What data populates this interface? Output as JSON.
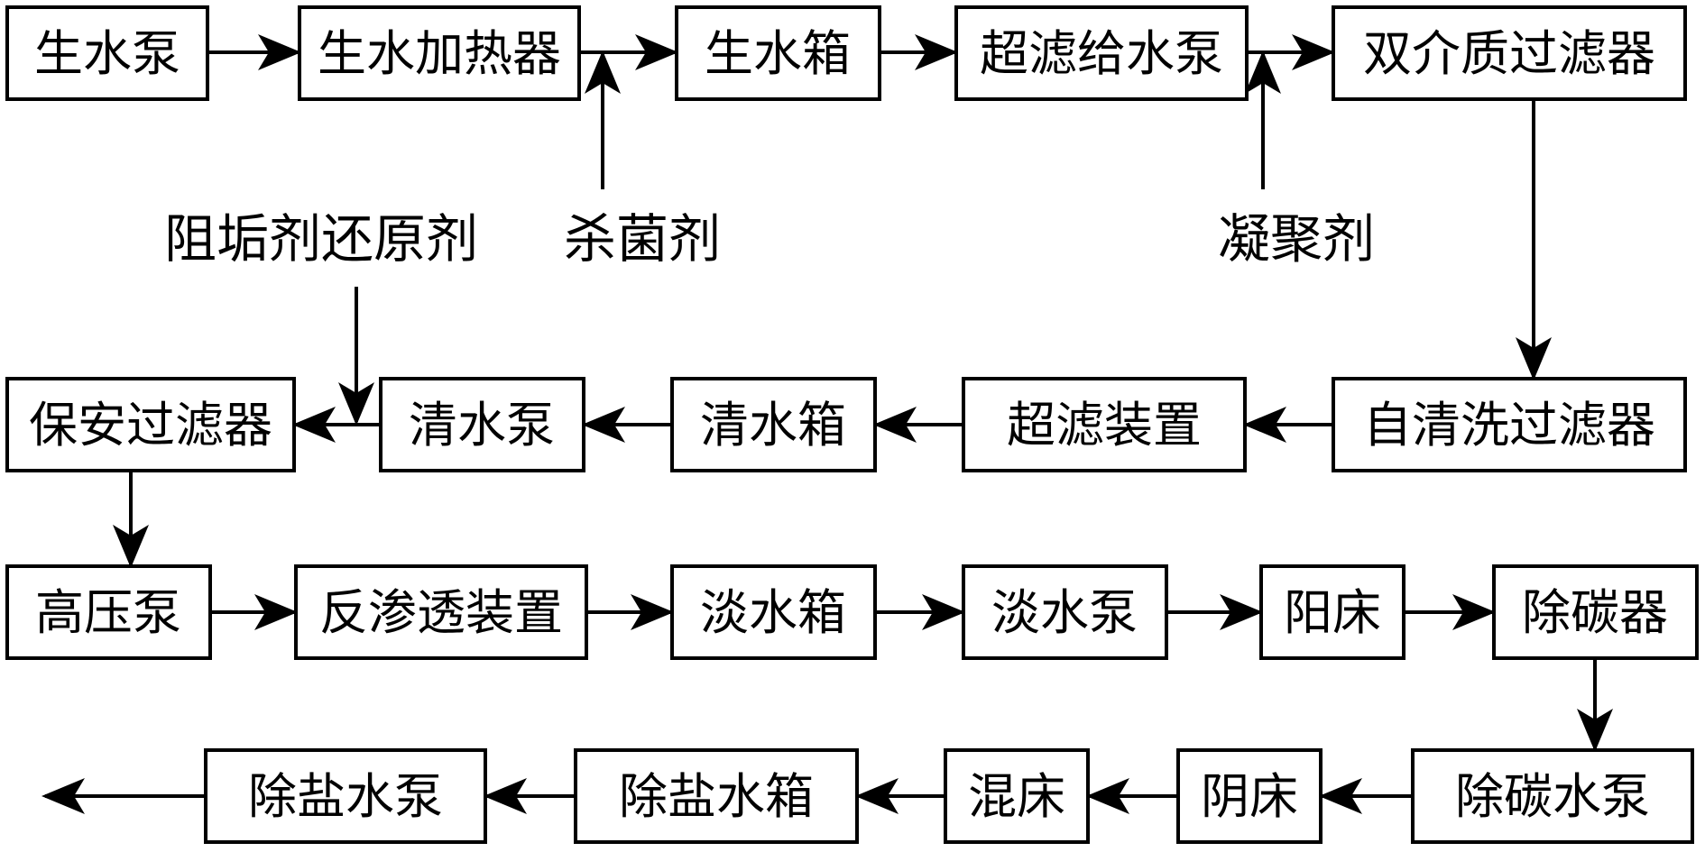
{
  "diagram": {
    "nodes": {
      "raw_water_pump": "生水泵",
      "raw_water_heater": "生水加热器",
      "raw_water_tank": "生水箱",
      "uf_feed_pump": "超滤给水泵",
      "dual_media_filter": "双介质过滤器",
      "self_cleaning_filter": "自清洗过滤器",
      "uf_device": "超滤装置",
      "clear_water_tank": "清水箱",
      "clear_water_pump": "清水泵",
      "security_filter": "保安过滤器",
      "high_pressure_pump": "高压泵",
      "ro_device": "反渗透装置",
      "fresh_water_tank": "淡水箱",
      "fresh_water_pump": "淡水泵",
      "cation_bed": "阳床",
      "decarbonizer": "除碳器",
      "decarbonized_water_pump": "除碳水泵",
      "anion_bed": "阴床",
      "mixed_bed": "混床",
      "demin_water_tank": "除盐水箱",
      "demin_water_pump": "除盐水泵"
    },
    "reagents": {
      "antiscalant_reductant": "阻垢剂还原剂",
      "bactericide": "杀菌剂",
      "coagulant": "凝聚剂"
    }
  }
}
